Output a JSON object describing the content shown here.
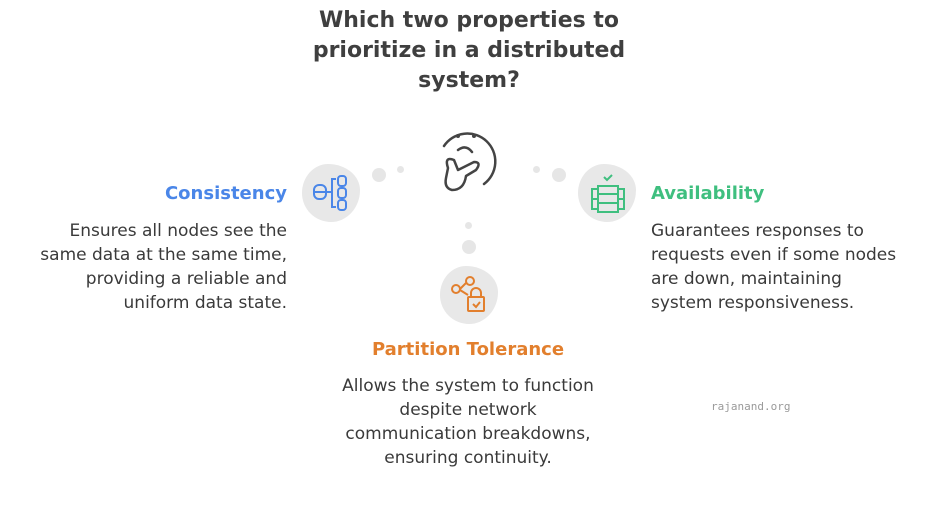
{
  "title": "Which two properties to prioritize in a distributed system?",
  "colors": {
    "consistency": "#4a86e8",
    "availability": "#3fbf7f",
    "partition": "#e27f2d"
  },
  "nodes": {
    "consistency": {
      "label": "Consistency",
      "description": "Ensures all nodes see the same data at the same time, providing a reliable and uniform data state.",
      "icon": "database-cluster-icon"
    },
    "availability": {
      "label": "Availability",
      "description": "Guarantees responses to requests even if some nodes are down, maintaining system responsiveness.",
      "icon": "server-check-icon"
    },
    "partition": {
      "label": "Partition Tolerance",
      "description": "Allows the system to function despite network communication breakdowns, ensuring continuity.",
      "icon": "network-lock-icon"
    }
  },
  "center_icon": "thinking-face-icon",
  "watermark": "rajanand.org"
}
